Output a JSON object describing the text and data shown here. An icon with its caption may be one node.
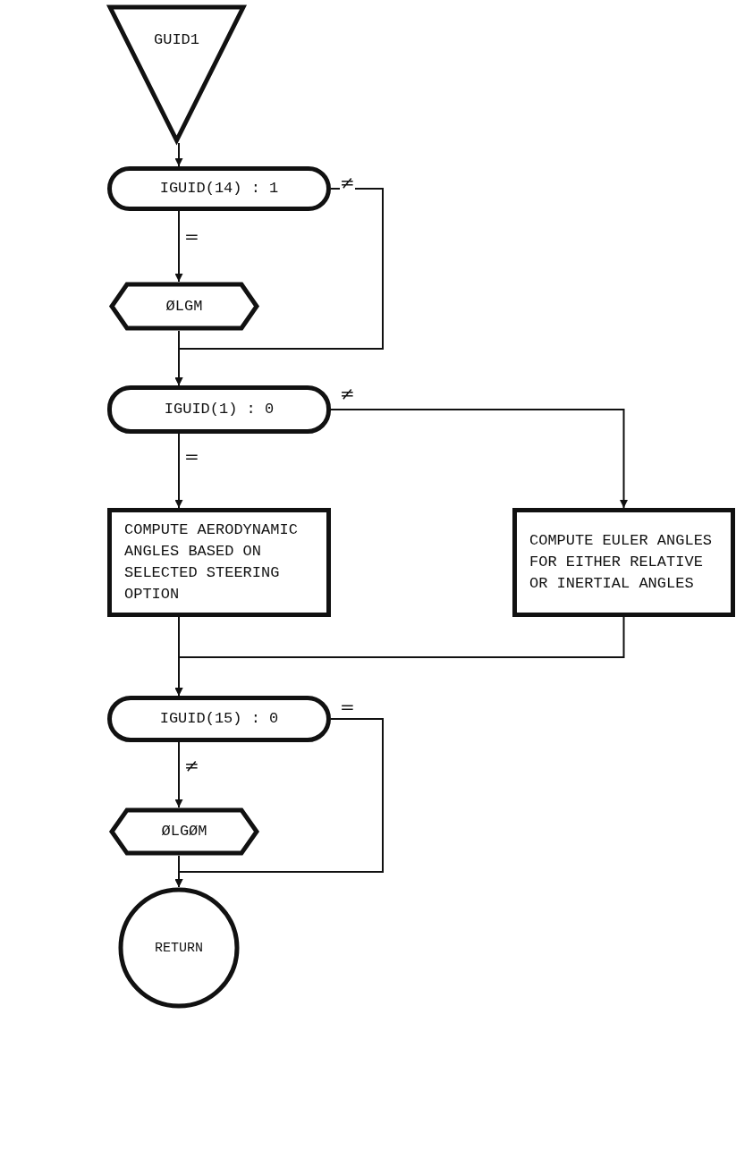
{
  "diagram": {
    "nodes": [
      {
        "text": [
          "GUID1"
        ]
      },
      {
        "text": [
          "IGUID(14) : 1"
        ]
      },
      {
        "text": [
          "ØLGM"
        ]
      },
      {
        "text": [
          "IGUID(1) : 0"
        ]
      },
      {
        "text": [
          "COMPUTE AERODYNAMIC ANGLES BASED ON SELECTED STEERING OPTION"
        ]
      },
      {
        "text": [
          "COMPUTE EULER ANGLES FOR EITHER RELATIVE OR INERTIAL ANGLES"
        ]
      },
      {
        "text": [
          "IGUID(15) : 0"
        ]
      },
      {
        "text": [
          "ØLGØM"
        ]
      },
      {
        "text": [
          "RETURN"
        ]
      }
    ],
    "edges": [
      {
        "from": 0,
        "to": 1,
        "arrow": "to"
      },
      {
        "from": 1,
        "to": 2,
        "arrow": "to",
        "label": "="
      },
      {
        "from": 1,
        "to": 3,
        "arrow": "to",
        "label": "≠"
      },
      {
        "from": 2,
        "to": 3,
        "arrow": "to"
      },
      {
        "from": 3,
        "to": 4,
        "arrow": "to",
        "label": "="
      },
      {
        "from": 3,
        "to": 5,
        "arrow": "to",
        "label": "≠"
      },
      {
        "from": 4,
        "to": 6,
        "arrow": "to"
      },
      {
        "from": 5,
        "to": 6,
        "arrow": "to"
      },
      {
        "from": 6,
        "to": 7,
        "arrow": "to",
        "label": "≠"
      },
      {
        "from": 6,
        "to": 8,
        "arrow": "to",
        "label": "="
      },
      {
        "from": 7,
        "to": 8,
        "arrow": "to"
      }
    ]
  }
}
